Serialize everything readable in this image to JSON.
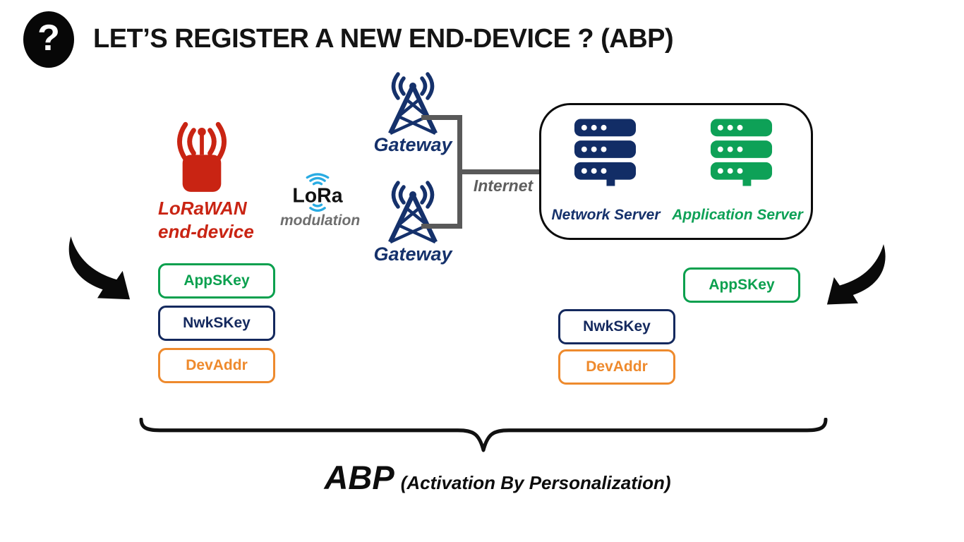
{
  "slide": {
    "title": "LET’S REGISTER A NEW END-DEVICE ? (ABP)",
    "question_mark": "?"
  },
  "end_device": {
    "label_line1": "LoRaWAN",
    "label_line2": "end-device"
  },
  "lora": {
    "name": "LoRa",
    "caption": "modulation"
  },
  "gateways": {
    "top_label": "Gateway",
    "bottom_label": "Gateway"
  },
  "internet": {
    "label": "Internet"
  },
  "server_box": {
    "network_label": "Network Server",
    "application_label": "Application Server"
  },
  "device_keys": {
    "appskey": "AppSKey",
    "nwkskey": "NwkSKey",
    "devaddr": "DevAddr"
  },
  "server_keys": {
    "appskey": "AppSKey",
    "nwkskey": "NwkSKey",
    "devaddr": "DevAddr"
  },
  "footer": {
    "abbr": "ABP",
    "expansion": "(Activation By Personalization)"
  },
  "icons": {
    "question": "question-mark-icon",
    "end_device": "radio-device-icon",
    "lora_waves": "lora-modulation-waves-icon",
    "gateway": "antenna-tower-icon",
    "server": "server-stack-icon",
    "arrow": "curved-arrow-icon",
    "brace": "curly-brace"
  },
  "colors": {
    "device_red": "#c92413",
    "navy": "#15316b",
    "key_navy": "#14295e",
    "green": "#0ea157",
    "key_green": "#0aa04e",
    "orange": "#ee8a2d",
    "lora_blue": "#29abe2",
    "connector_gray": "#595959",
    "label_gray": "#5e5e5e",
    "black": "#0d0d0d"
  }
}
